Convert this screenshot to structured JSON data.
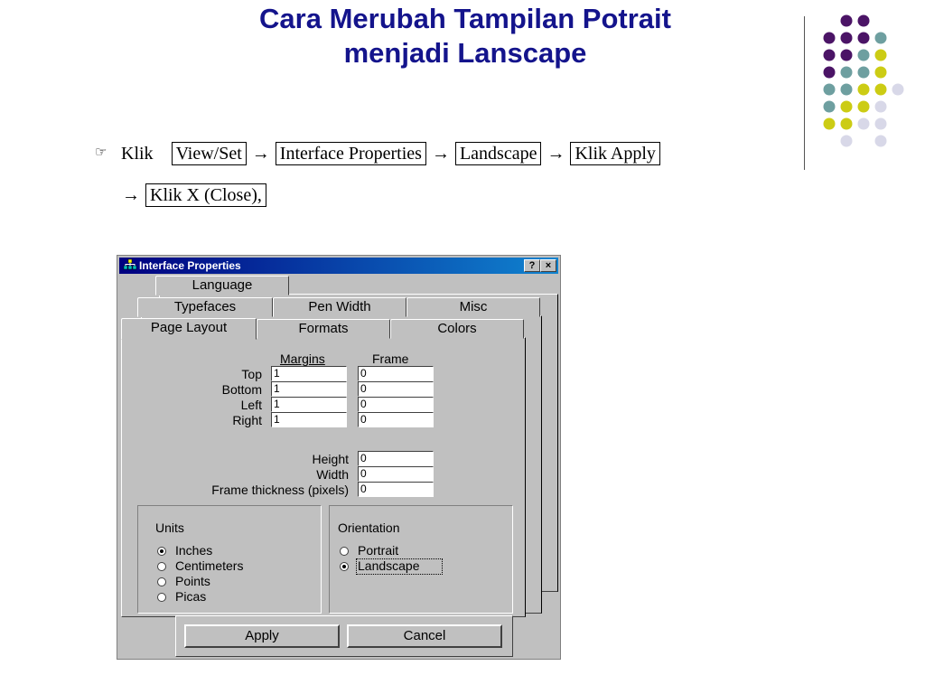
{
  "slide": {
    "title_line1": "Cara Merubah Tampilan Potrait",
    "title_line2": "menjadi Lanscape"
  },
  "colors": {
    "title": "#14148c",
    "dot_purple": "#4b1466",
    "dot_teal": "#6e9fa0",
    "dot_yellow": "#cccc14",
    "dot_lavender": "#d8d8e8"
  },
  "steps": {
    "bullet_icon": "pointing-hand-icon",
    "klik": "Klik",
    "step1": "View/Set",
    "step2": "Interface Properties",
    "step3": "Landscape",
    "step4": "Klik Apply",
    "step5": "Klik X (Close),",
    "arrow": "→"
  },
  "dialog": {
    "title": "Interface Properties",
    "help_btn": "?",
    "close_btn": "×",
    "tabs": {
      "language": "Language",
      "typefaces": "Typefaces",
      "pen_width": "Pen Width",
      "misc": "Misc",
      "page_layout": "Page Layout",
      "formats": "Formats",
      "colors": "Colors"
    },
    "margins_header": "Margins",
    "frame_header": "Frame",
    "rows": {
      "top": {
        "label": "Top",
        "margin": "1",
        "frame": "0"
      },
      "bottom": {
        "label": "Bottom",
        "margin": "1",
        "frame": "0"
      },
      "left": {
        "label": "Left",
        "margin": "1",
        "frame": "0"
      },
      "right": {
        "label": "Right",
        "margin": "1",
        "frame": "0"
      }
    },
    "height_label": "Height",
    "height_value": "0",
    "width_label": "Width",
    "width_value": "0",
    "frame_thickness_label": "Frame thickness (pixels)",
    "frame_thickness_value": "0",
    "units": {
      "title": "Units",
      "inches": "Inches",
      "centimeters": "Centimeters",
      "points": "Points",
      "picas": "Picas",
      "selected": "Inches"
    },
    "orientation": {
      "title": "Orientation",
      "portrait": "Portrait",
      "landscape": "Landscape",
      "selected": "Landscape"
    },
    "apply_btn": "Apply",
    "cancel_btn": "Cancel"
  }
}
